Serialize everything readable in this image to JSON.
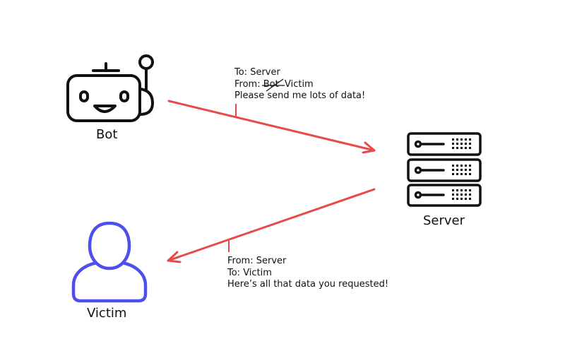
{
  "nodes": {
    "bot": {
      "label": "Bot"
    },
    "server": {
      "label": "Server"
    },
    "victim": {
      "label": "Victim"
    }
  },
  "request_message": {
    "to": "To: Server",
    "from_prefix": "From: ",
    "from_struck": "Bot",
    "from_actual": "Victim",
    "body": "Please send me lots of data!"
  },
  "response_message": {
    "from": "From: Server",
    "to": "To: Victim",
    "body": "Here’s all that data you requested!"
  },
  "colors": {
    "arrow": "#e84a4a",
    "victim_icon": "#4f4ff0",
    "icon_stroke": "#111111"
  }
}
